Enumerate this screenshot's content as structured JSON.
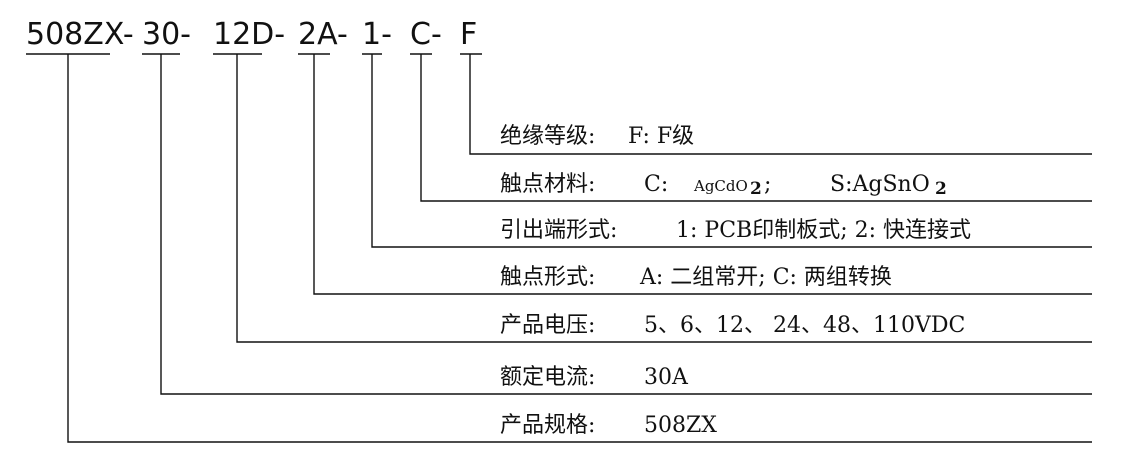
{
  "code": {
    "segments": [
      "508ZX-",
      "30-",
      "12D-",
      "2A-",
      "1-",
      "C-",
      "F"
    ]
  },
  "rows": [
    {
      "label": "绝缘等级:",
      "value": "F: F级"
    },
    {
      "label": "触点材料:",
      "value_c": "C:",
      "c_small": "AgCdO",
      "c_sub": "2",
      "sep": ";",
      "s_text": "S:AgSnO",
      "s_sub": "2"
    },
    {
      "label": "引出端形式:",
      "value": "1: PCB印制板式; 2: 快连接式"
    },
    {
      "label": "触点形式:",
      "value": "A: 二组常开; C: 两组转换"
    },
    {
      "label": "产品电压:",
      "value": "5、6、12、 24、48、110VDC"
    },
    {
      "label": "额定电流:",
      "value": "30A"
    },
    {
      "label": "产品规格:",
      "value": "508ZX"
    }
  ]
}
